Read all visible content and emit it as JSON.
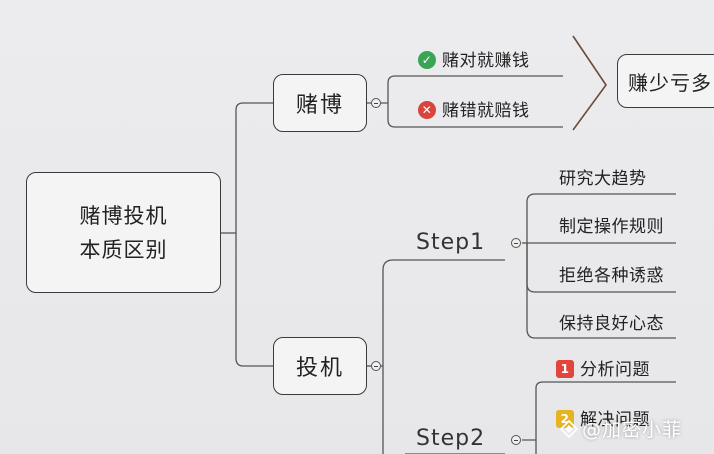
{
  "root": {
    "line1": "赌博投机",
    "line2": "本质区别"
  },
  "branches": {
    "dubo": {
      "label": "赌博",
      "items": [
        {
          "icon": "check-icon",
          "text": "赌对就赚钱"
        },
        {
          "icon": "cross-icon",
          "text": "赌错就赔钱"
        }
      ],
      "result": "赚少亏多"
    },
    "touji": {
      "label": "投机",
      "steps": [
        {
          "label": "Step1",
          "items": [
            "研究大趋势",
            "制定操作规则",
            "拒绝各种诱惑",
            "保持良好心态"
          ]
        },
        {
          "label": "Step2",
          "items": [
            {
              "badge": "1",
              "text": "分析问题"
            },
            {
              "badge": "2",
              "text": "解决问题"
            }
          ]
        }
      ]
    }
  },
  "watermark": "@加密小菲",
  "colors": {
    "background": "#e9e9eb",
    "line": "#555555",
    "check": "#3aa655",
    "cross": "#d8453c",
    "badge1": "#e2453c",
    "badge2": "#e6b422"
  }
}
